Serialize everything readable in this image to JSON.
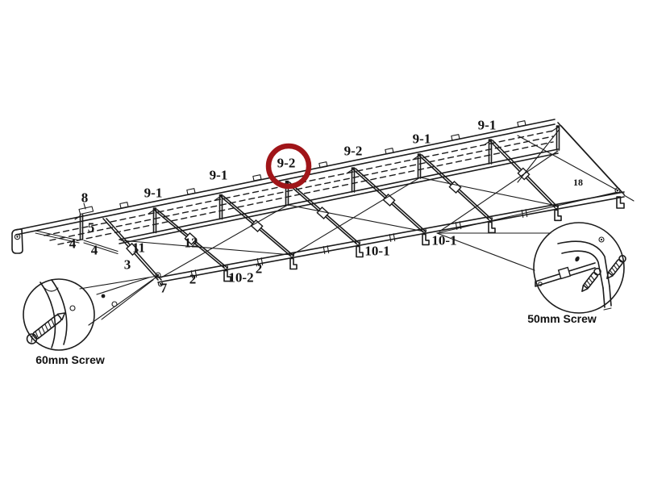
{
  "figure": {
    "type": "assembly-diagram",
    "background": "#ffffff",
    "line_color": "#1b1b1b",
    "highlight": {
      "part": "9-2",
      "color": "#a01519"
    },
    "part_labels": [
      {
        "text": "8",
        "highlighted": false
      },
      {
        "text": "9-1",
        "highlighted": false
      },
      {
        "text": "9-1",
        "highlighted": false
      },
      {
        "text": "9-2",
        "highlighted": true
      },
      {
        "text": "9-2",
        "highlighted": false
      },
      {
        "text": "9-1",
        "highlighted": false
      },
      {
        "text": "9-1",
        "highlighted": false
      },
      {
        "text": "18",
        "highlighted": false
      },
      {
        "text": "5",
        "highlighted": false
      },
      {
        "text": "4",
        "highlighted": false
      },
      {
        "text": "4",
        "highlighted": false
      },
      {
        "text": "11",
        "highlighted": false
      },
      {
        "text": "12",
        "highlighted": false
      },
      {
        "text": "3",
        "highlighted": false
      },
      {
        "text": "7",
        "highlighted": false
      },
      {
        "text": "2",
        "highlighted": false
      },
      {
        "text": "10-2",
        "highlighted": false
      },
      {
        "text": "2",
        "highlighted": false
      },
      {
        "text": "10-1",
        "highlighted": false
      },
      {
        "text": "10-1",
        "highlighted": false
      }
    ],
    "callouts": [
      {
        "label": "60mm Screw"
      },
      {
        "label": "50mm Screw"
      }
    ]
  }
}
